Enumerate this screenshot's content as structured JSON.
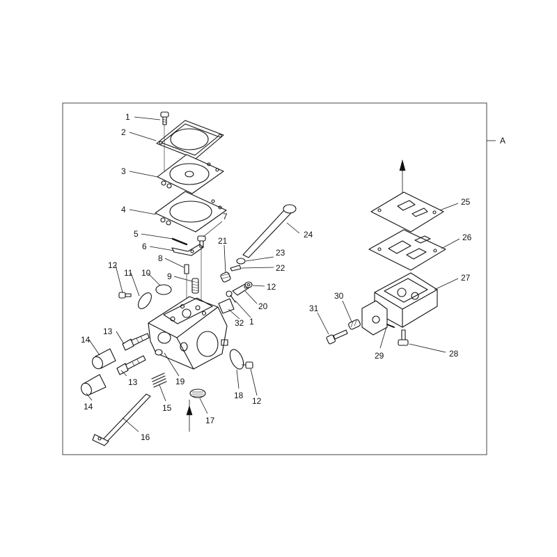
{
  "section_label": "A",
  "callouts": {
    "c1a": "1",
    "c2": "2",
    "c3": "3",
    "c4": "4",
    "c5": "5",
    "c6": "6",
    "c7": "7",
    "c8": "8",
    "c9": "9",
    "c10": "10",
    "c11": "11",
    "c12a": "12",
    "c12b": "12",
    "c12c": "12",
    "c13a": "13",
    "c13b": "13",
    "c14a": "14",
    "c14b": "14",
    "c15": "15",
    "c16": "16",
    "c17": "17",
    "c18": "18",
    "c19": "19",
    "c20": "20",
    "c21": "21",
    "c22": "22",
    "c23": "23",
    "c24": "24",
    "c1b": "1",
    "c32": "32",
    "c25": "25",
    "c26": "26",
    "c27": "27",
    "c28": "28",
    "c29": "29",
    "c30": "30",
    "c31": "31"
  }
}
